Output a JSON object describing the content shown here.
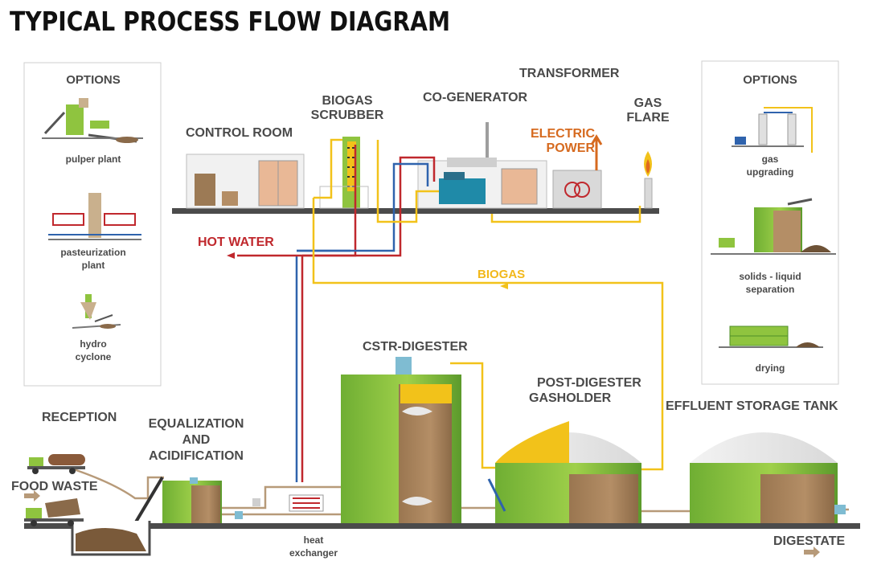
{
  "title": "TYPICAL PROCESS FLOW DIAGRAM",
  "colors": {
    "green": "#8fc43f",
    "green_dark": "#4f8f2a",
    "brown": "#a8825c",
    "yellow": "#f2c21a",
    "pipe_hot": "#c0282d",
    "pipe_blue": "#2f63ad",
    "pipe_yellow": "#f2c21a",
    "pipe_brown": "#b79a79",
    "label_gray": "#4a4a4a",
    "label_orange": "#d66a1f",
    "label_red": "#c0282d"
  },
  "left_panel": {
    "heading": "OPTIONS",
    "items": [
      "pulper plant",
      "pasteurization plant",
      "hydro cyclone"
    ]
  },
  "right_panel": {
    "heading": "OPTIONS",
    "items": [
      "gas upgrading",
      "solids - liquid separation",
      "drying"
    ]
  },
  "labels": {
    "control_room": "CONTROL ROOM",
    "biogas_scrubber": "BIOGAS SCRUBBER",
    "co_generator": "CO-GENERATOR",
    "transformer": "TRANSFORMER",
    "gas_flare": "GAS FLARE",
    "electric_power": "ELECTRIC POWER",
    "hot_water": "HOT WATER",
    "biogas": "BIOGAS",
    "cstr_digester": "CSTR-DIGESTER",
    "post_digester": "POST-DIGESTER GASHOLDER",
    "effluent_storage": "EFFLUENT STORAGE TANK",
    "reception": "RECEPTION",
    "equalization": "EQUALIZATION AND ACIDIFICATION",
    "food_waste": "FOOD WASTE",
    "heat_exchanger": "heat exchanger",
    "digestate": "DIGESTATE"
  }
}
